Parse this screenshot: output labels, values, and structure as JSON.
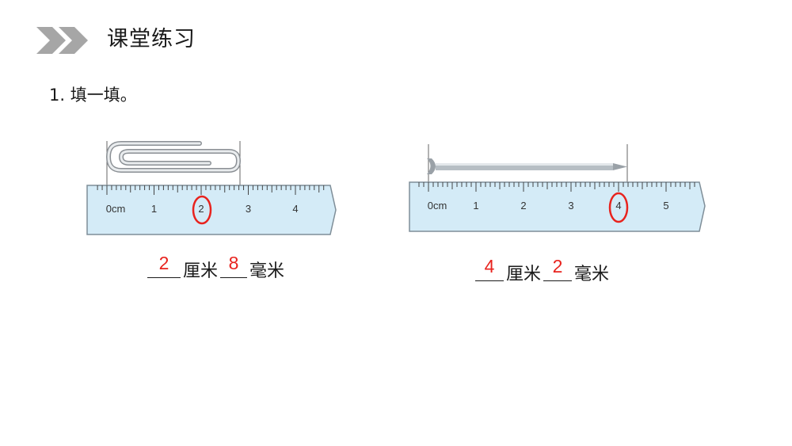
{
  "header": {
    "title": "课堂练习",
    "icon": "double-chevron-icon",
    "icon_color": "#a6a6a6"
  },
  "question": {
    "title": "1. 填一填。"
  },
  "figures": [
    {
      "object": "paperclip",
      "ruler": {
        "unit_label": "0cm",
        "tick_labels": [
          "1",
          "2",
          "3",
          "4"
        ],
        "circled_label": "2"
      },
      "answer": {
        "cm_value": "2",
        "cm_unit": "厘米",
        "mm_value": "8",
        "mm_unit": "毫米"
      }
    },
    {
      "object": "nail",
      "ruler": {
        "unit_label": "0cm",
        "tick_labels": [
          "1",
          "2",
          "3",
          "4",
          "5"
        ],
        "circled_label": "4"
      },
      "answer": {
        "cm_value": "4",
        "cm_unit": "厘米",
        "mm_value": "2",
        "mm_unit": "毫米"
      }
    }
  ],
  "colors": {
    "answer": "#e8231e",
    "ruler_fill": "#d4ebf7",
    "ruler_border": "#7f8e98",
    "circle": "#e8231e"
  }
}
